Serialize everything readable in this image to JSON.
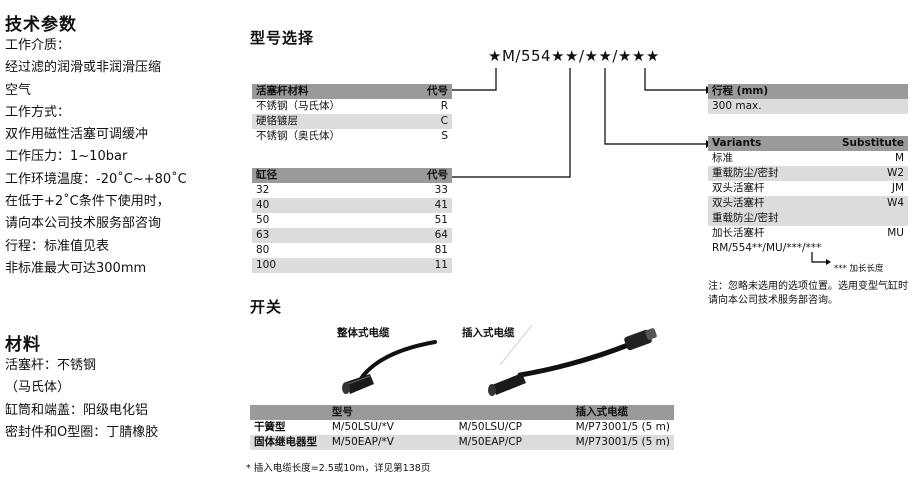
{
  "left": {
    "tech_title": "技术参数",
    "lines": [
      {
        "label": "工作介质：",
        "value": ""
      },
      {
        "label": "",
        "value": "经过滤的润滑或非润滑压缩"
      },
      {
        "label": "",
        "value": "空气"
      },
      {
        "label": "工作方式：",
        "value": ""
      },
      {
        "label": "",
        "value": "双作用磁性活塞可调缓冲"
      },
      {
        "label": "工作压力：",
        "value": "1~10bar"
      },
      {
        "label": "工作环境温度：",
        "value": "-20˚C~+80˚C"
      },
      {
        "label": "",
        "value": "在低于+2˚C条件下使用时，"
      },
      {
        "label": "",
        "value": "请向本公司技术服务部咨询"
      },
      {
        "label": "行程：",
        "value": "标准值见表"
      },
      {
        "label": "",
        "value": "非标准最大可达300mm"
      }
    ],
    "material_title": "材料",
    "material_lines": [
      {
        "label": "活塞杆：",
        "value": "不锈钢"
      },
      {
        "label": "（马氏体）",
        "value": ""
      },
      {
        "label": "缸筒和端盖：",
        "value": "阳级电化铝"
      },
      {
        "label": "密封件和O型圈：",
        "value": "丁腈橡胶"
      }
    ]
  },
  "model": {
    "title": "型号选择",
    "code": "★M/554★★/★★/★★★"
  },
  "rod_table": {
    "headers": [
      "活塞杆材料",
      "代号"
    ],
    "rows": [
      [
        "不锈钢（马氏体）",
        "R"
      ],
      [
        "硬铬镀层",
        "C"
      ],
      [
        "不锈钢（奥氏体）",
        "S"
      ]
    ]
  },
  "bore_table": {
    "headers": [
      "缸径",
      "代号"
    ],
    "rows": [
      [
        "32",
        "33"
      ],
      [
        "40",
        "41"
      ],
      [
        "50",
        "51"
      ],
      [
        "63",
        "64"
      ],
      [
        "80",
        "81"
      ],
      [
        "100",
        "11"
      ]
    ]
  },
  "stroke_table": {
    "headers": [
      "行程 (mm)"
    ],
    "rows": [
      [
        "300 max."
      ]
    ]
  },
  "variants_table": {
    "headers": [
      "Variants",
      "Substitute"
    ],
    "rows": [
      [
        "标准",
        "M"
      ],
      [
        "重载防尘/密封",
        "W2"
      ],
      [
        "双头活塞杆",
        "JM"
      ],
      [
        "双头活塞杆",
        "W4"
      ],
      [
        "重载防尘/密封",
        ""
      ],
      [
        "加长活塞杆",
        "MU"
      ],
      [
        "RM/554**/MU/***/***",
        ""
      ]
    ],
    "footnote": "*** 加长长度"
  },
  "variants_note": "注：忽略未选用的选项位置。选用变型气缸时请向本公司技术服务部咨询。",
  "switch": {
    "title": "开关",
    "label_integral": "整体式电缆",
    "label_plugin": "插入式电缆",
    "table_headers": [
      "",
      "型号",
      "",
      "插入式电缆"
    ],
    "rows": [
      [
        "干簧型",
        "M/50LSU/*V",
        "M/50LSU/CP",
        "M/P73001/5 (5 m)"
      ],
      [
        "固体继电器型",
        "M/50EAP/*V",
        "M/50EAP/CP",
        "M/P73001/5 (5 m)"
      ]
    ],
    "footnote": "* 插入电缆长度=2.5或10m，详见第138页"
  }
}
